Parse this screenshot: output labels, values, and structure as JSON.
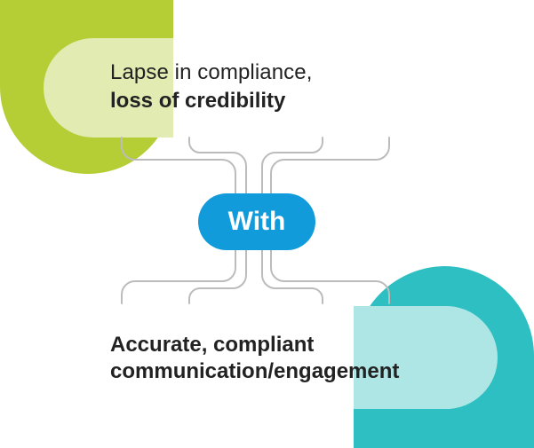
{
  "colors": {
    "green_dark": "#B5CE35",
    "green_light": "#E1EBB2",
    "teal_dark": "#2DBFC1",
    "teal_light": "#AEE6E6",
    "pill_blue": "#129BDB",
    "connector_gray": "#BCBCBC",
    "text_dark": "#222222"
  },
  "top_statement": {
    "line1": "Lapse in compliance,",
    "line2": "loss of credibility"
  },
  "center_label": "With",
  "bottom_statement": {
    "line1": "Accurate, compliant",
    "line2": "communication/engagement"
  }
}
